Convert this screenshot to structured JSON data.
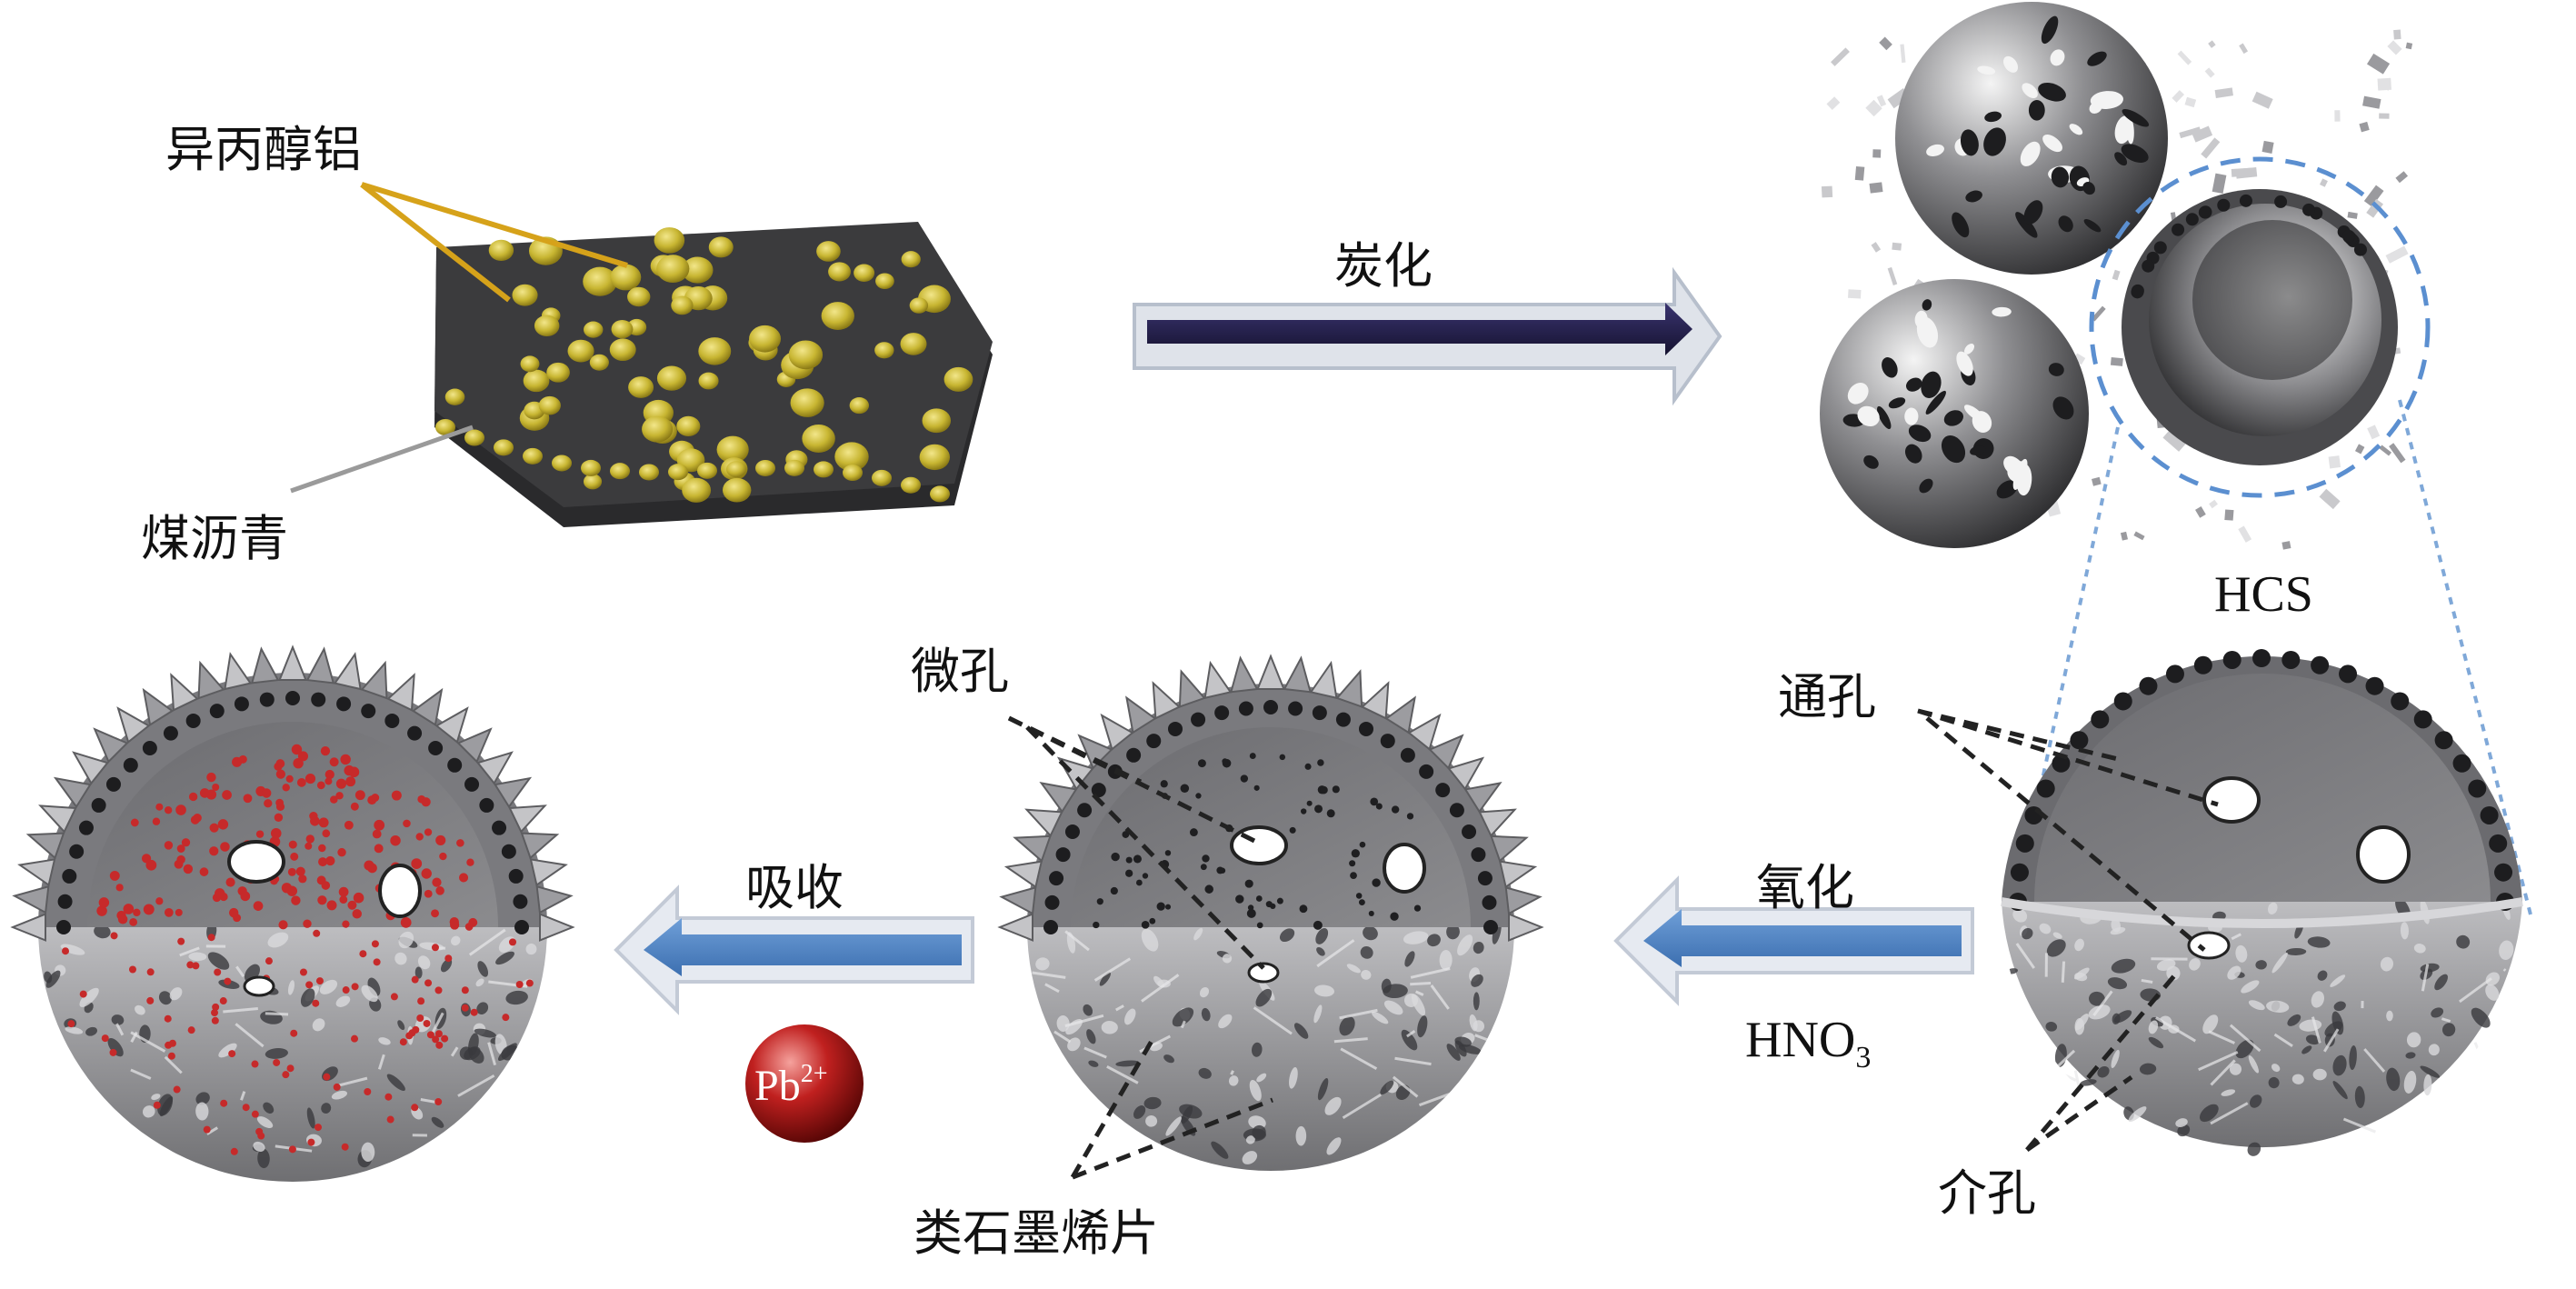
{
  "labels": {
    "aluminum_isopropoxide": "异丙醇铝",
    "coal_pitch": "煤沥青",
    "carbonization": "炭化",
    "hcs": "HCS",
    "through_pore": "通孔",
    "mesopore": "介孔",
    "oxidation": "氧化",
    "hno3_base": "HNO",
    "hno3_sub": "3",
    "micropore": "微孔",
    "graphene_like_sheet": "类石墨烯片",
    "absorption": "吸收",
    "pb_base": "Pb",
    "pb_sup": "2+"
  },
  "colors": {
    "pitch_disc": "#3b3b3d",
    "pitch_edge": "#2a2a2c",
    "particle": "#c8b632",
    "arrow_dark": "#1f1b4a",
    "arrow_blue": "#4a7fc1",
    "sphere_gray": "#7d7d80",
    "zoom_dash": "#5b8fd0",
    "lead_ion": "#c0201f",
    "adsorbed_dot": "#c62a2a"
  },
  "icons": {
    "disc": "pitch-disc-with-particles",
    "spheres": "porous-carbon-spheres-cluster",
    "hcs": "hollow-carbon-sphere-cutaway",
    "oxidized": "oxidized-sphere-cutaway",
    "adsorbed": "lead-adsorbed-sphere-cutaway",
    "ion": "lead-ion-ball"
  }
}
